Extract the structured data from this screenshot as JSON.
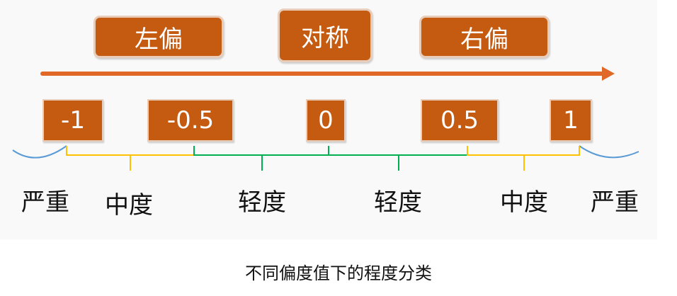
{
  "header_labels": {
    "left": "左偏",
    "center": "对称",
    "right": "右偏"
  },
  "scale_values": {
    "neg_one": "-1",
    "neg_half": "-0.5",
    "zero": "0",
    "pos_half": "0.5",
    "pos_one": "1"
  },
  "degree_labels": {
    "severe_left": "严重",
    "moderate_left": "中度",
    "mild_left": "轻度",
    "mild_right": "轻度",
    "moderate_right": "中度",
    "severe_right": "严重"
  },
  "caption": "不同偏度值下的程度分类",
  "colors": {
    "box_fill": "#c55a11",
    "arrow": "#e0692a",
    "severe_bracket": "#5b9bd5",
    "moderate_bracket": "#ffc000",
    "mild_bracket": "#00b050"
  }
}
